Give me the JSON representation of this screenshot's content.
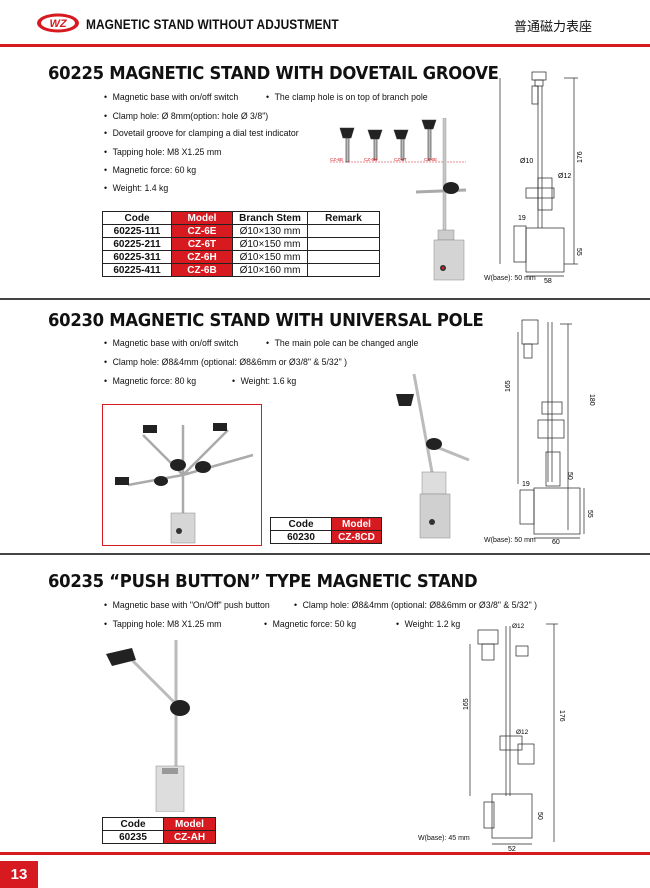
{
  "header": {
    "logo_text": "WZ",
    "title": "MAGNETIC STAND WITHOUT ADJUSTMENT",
    "chinese_title": "普通磁力表座"
  },
  "section1": {
    "title": "60225  MAGNETIC STAND WITH DOVETAIL GROOVE",
    "bullets": [
      "Magnetic base with on/off switch",
      "The clamp hole is on top of branch pole",
      "Clamp hole: Ø 8mm(option: hole Ø 3/8\")",
      "Dovetail groove for clamping a dial test indicator",
      "Tapping hole: M8 X1.25 mm",
      "Magnetic force: 60 kg",
      "Weight: 1.4 kg"
    ],
    "table": {
      "headers": [
        "Code",
        "Model",
        "Branch Stem",
        "Remark"
      ],
      "rows": [
        [
          "60225-111",
          "CZ-6E",
          "Ø10×130 mm",
          ""
        ],
        [
          "60225-211",
          "CZ-6T",
          "Ø10×150 mm",
          ""
        ],
        [
          "60225-311",
          "CZ-6H",
          "Ø10×150 mm",
          ""
        ],
        [
          "60225-411",
          "CZ-6B",
          "Ø10×160 mm",
          ""
        ]
      ]
    },
    "variant_labels": [
      "CZ-6B",
      "CZ-6H",
      "CZ-6T",
      "CZ-6E"
    ],
    "drawing": {
      "d1": "Ø10",
      "d2": "Ø12",
      "h": "176",
      "w1": "19",
      "h2": "55",
      "w2": "58",
      "wbase": "W(base): 50 mm"
    }
  },
  "section2": {
    "title": "60230  MAGNETIC STAND WITH UNIVERSAL POLE",
    "bullets": [
      "Magnetic base with on/off switch",
      "The main pole can be changed angle",
      "Clamp hole: Ø8&4mm (optional: Ø8&6mm or Ø3/8\" & 5/32\" )",
      "Magnetic force: 80 kg",
      "Weight: 1.6 kg"
    ],
    "table": {
      "headers": [
        "Code",
        "Model"
      ],
      "rows": [
        [
          "60230",
          "CZ-8CD"
        ]
      ]
    },
    "drawing": {
      "h1": "165",
      "h2": "180",
      "w1": "50",
      "w2": "19",
      "h3": "55",
      "w3": "60",
      "wbase": "W(base): 50 mm"
    }
  },
  "section3": {
    "title": "60235  “PUSH BUTTON” TYPE MAGNETIC STAND",
    "bullets": [
      "Magnetic base with \"On/Off\" push button",
      "Clamp hole: Ø8&4mm (optional: Ø8&6mm or Ø3/8\" & 5/32\" )",
      "Tapping hole: M8 X1.25 mm",
      "Magnetic force: 50 kg",
      "Weight: 1.2 kg"
    ],
    "table": {
      "headers": [
        "Code",
        "Model"
      ],
      "rows": [
        [
          "60235",
          "CZ-AH"
        ]
      ]
    },
    "drawing": {
      "d1": "Ø12",
      "d2": "Ø12",
      "h1": "165",
      "h2": "176",
      "h3": "50",
      "w1": "52",
      "wbase": "W(base): 45 mm"
    }
  },
  "footer": {
    "page_number": "13"
  },
  "colors": {
    "accent": "#d71920"
  }
}
